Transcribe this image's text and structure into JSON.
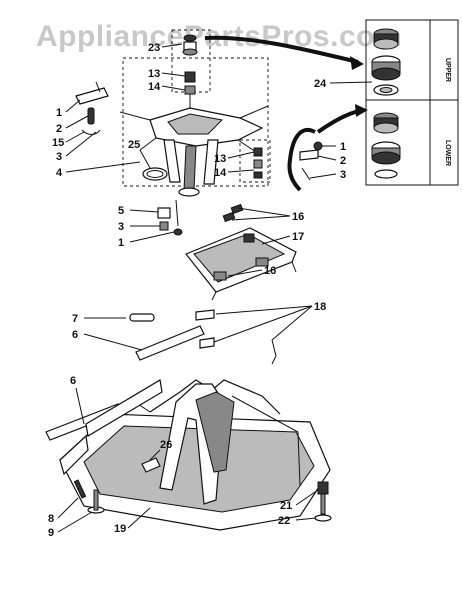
{
  "watermark": "AppliancePartsPros.com",
  "inset_labels": {
    "upper": "UPPER",
    "lower": "LOWER"
  },
  "callouts": [
    {
      "id": "c23",
      "text": "23"
    },
    {
      "id": "c13a",
      "text": "13"
    },
    {
      "id": "c14a",
      "text": "14"
    },
    {
      "id": "c24",
      "text": "24"
    },
    {
      "id": "c1a",
      "text": "1"
    },
    {
      "id": "c2a",
      "text": "2"
    },
    {
      "id": "c15",
      "text": "15"
    },
    {
      "id": "c3a",
      "text": "3"
    },
    {
      "id": "c25",
      "text": "25"
    },
    {
      "id": "c4",
      "text": "4"
    },
    {
      "id": "c13b",
      "text": "13"
    },
    {
      "id": "c14b",
      "text": "14"
    },
    {
      "id": "c1b",
      "text": "1"
    },
    {
      "id": "c2b",
      "text": "2"
    },
    {
      "id": "c3b",
      "text": "3"
    },
    {
      "id": "c5",
      "text": "5"
    },
    {
      "id": "c3c",
      "text": "3"
    },
    {
      "id": "c1c",
      "text": "1"
    },
    {
      "id": "c16a",
      "text": "16"
    },
    {
      "id": "c17",
      "text": "17"
    },
    {
      "id": "c16b",
      "text": "16"
    },
    {
      "id": "c7",
      "text": "7"
    },
    {
      "id": "c18",
      "text": "18"
    },
    {
      "id": "c6a",
      "text": "6"
    },
    {
      "id": "c6b",
      "text": "6"
    },
    {
      "id": "c26",
      "text": "26"
    },
    {
      "id": "c8",
      "text": "8"
    },
    {
      "id": "c9",
      "text": "9"
    },
    {
      "id": "c19",
      "text": "19"
    },
    {
      "id": "c21",
      "text": "21"
    },
    {
      "id": "c22",
      "text": "22"
    }
  ]
}
